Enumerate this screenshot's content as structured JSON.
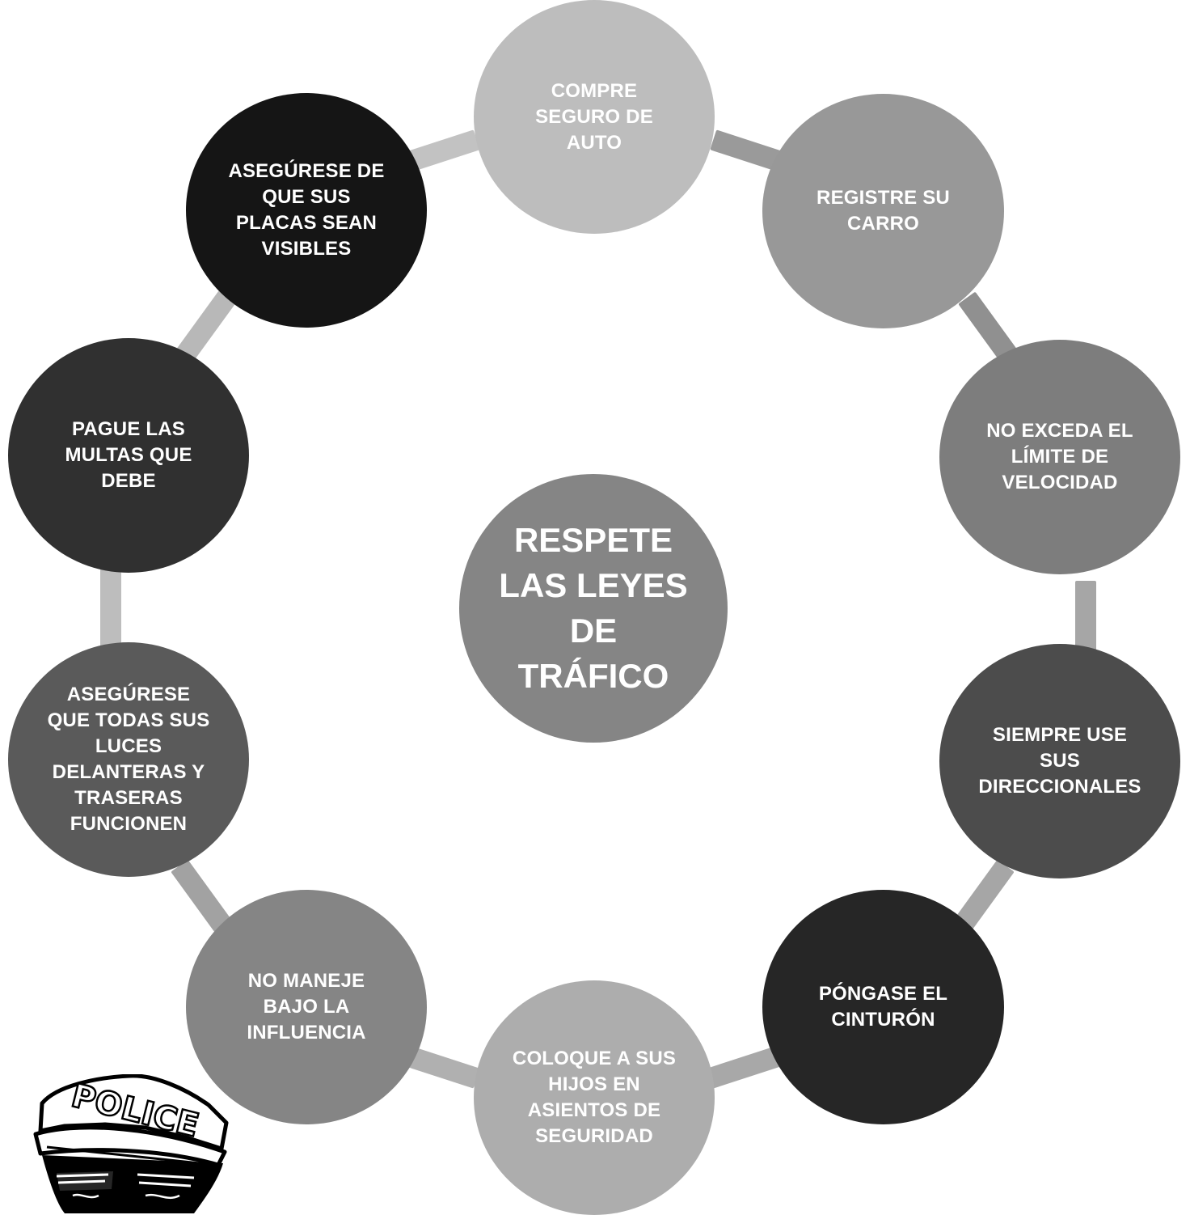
{
  "diagram": {
    "center": {
      "label": "RESPETE\nLAS LEYES\nDE\nTRÁFICO",
      "color": "#858585"
    },
    "nodes": [
      {
        "id": "compre-seguro",
        "label": "COMPRE\nSEGURO DE\nAUTO",
        "color": "#bdbdbd"
      },
      {
        "id": "registre-carro",
        "label": "REGISTRE SU\nCARRO",
        "color": "#989898"
      },
      {
        "id": "no-exceda",
        "label": "NO EXCEDA EL\nLÍMITE DE\nVELOCIDAD",
        "color": "#7d7d7d"
      },
      {
        "id": "direccionales",
        "label": "SIEMPRE USE\nSUS\nDIRECCIONALES",
        "color": "#4c4c4c"
      },
      {
        "id": "cinturon",
        "label": "PÓNGASE EL\nCINTURÓN",
        "color": "#262626"
      },
      {
        "id": "asientos",
        "label": "COLOQUE A SUS\nHIJOS EN\nASIENTOS DE\nSEGURIDAD",
        "color": "#adadad"
      },
      {
        "id": "no-maneje",
        "label": "NO MANEJE\nBAJO LA\nINFLUENCIA",
        "color": "#858585"
      },
      {
        "id": "luces",
        "label": "ASEGÚRESE\nQUE TODAS SUS\nLUCES\nDELANTERAS Y\nTRASERAS\nFUNCIONEN",
        "color": "#5a5a5a"
      },
      {
        "id": "multas",
        "label": "PAGUE LAS\nMULTAS QUE\nDEBE",
        "color": "#303030"
      },
      {
        "id": "placas",
        "label": "ASEGÚRESE DE\nQUE SUS\nPLACAS SEAN\nVISIBLES",
        "color": "#151515"
      }
    ]
  },
  "police_drawing": {
    "cap_text": "POLICE"
  }
}
